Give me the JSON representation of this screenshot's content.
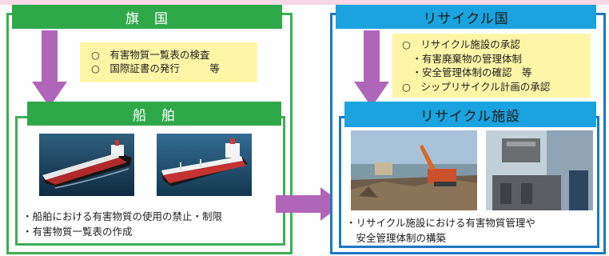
{
  "flag_state": {
    "title": "旗　国",
    "duties": [
      "○　有害物質一覧表の検査",
      "○　国際証書の発行　　　等"
    ]
  },
  "ship": {
    "title": "船　舶",
    "bullets": [
      "・船舶における有害物質の使用の禁止・制限",
      "・有害物質一覧表の作成"
    ]
  },
  "recycling_state": {
    "title": "リサイクル国",
    "duties": [
      "○　リサイクル施設の承認",
      "　・有害廃棄物の管理体制",
      "　・安全管理体制の確認　等",
      "○　シップリサイクル計画の承認"
    ]
  },
  "recycling_facility": {
    "title": "リサイクル施設",
    "bullets": [
      "・リサイクル施設における有害物質管理や",
      "　安全管理体制の構築"
    ]
  },
  "colors": {
    "green": "#2fa84a",
    "blue": "#1aa3de",
    "panel_green": "#3daf55",
    "panel_blue": "#1f78c2",
    "note": "#fff5a6",
    "arrow": "#b066b8",
    "top_band": "#f6d8e6"
  }
}
